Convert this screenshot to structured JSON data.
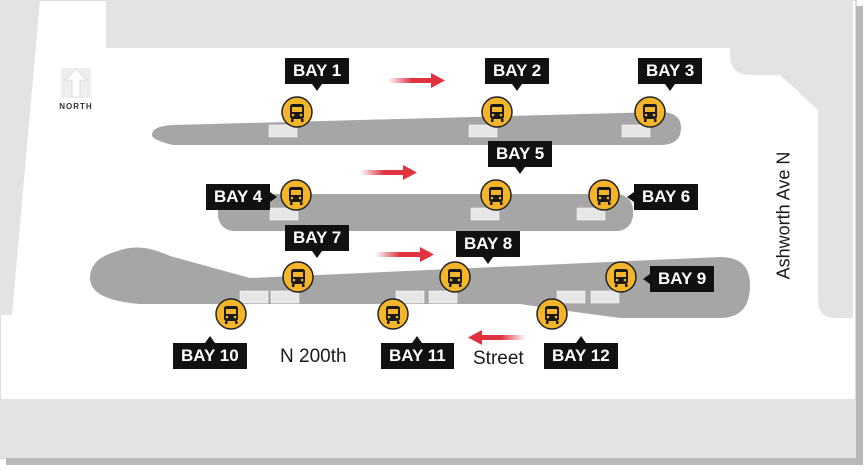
{
  "streets": {
    "n200th_part1": "N 200th",
    "n200th_part2": "Street",
    "ashworth": "Ashworth Ave N"
  },
  "compass": {
    "label": "NORTH",
    "icon": "north-arrow-icon"
  },
  "bays": [
    {
      "id": 1,
      "label": "BAY 1"
    },
    {
      "id": 2,
      "label": "BAY 2"
    },
    {
      "id": 3,
      "label": "BAY 3"
    },
    {
      "id": 4,
      "label": "BAY 4"
    },
    {
      "id": 5,
      "label": "BAY 5"
    },
    {
      "id": 6,
      "label": "BAY 6"
    },
    {
      "id": 7,
      "label": "BAY 7"
    },
    {
      "id": 8,
      "label": "BAY 8"
    },
    {
      "id": 9,
      "label": "BAY 9"
    },
    {
      "id": 10,
      "label": "BAY 10"
    },
    {
      "id": 11,
      "label": "BAY 11"
    },
    {
      "id": 12,
      "label": "BAY 12"
    }
  ],
  "icons": {
    "bus": "bus-icon",
    "arrow": "direction-arrow-icon"
  },
  "colors": {
    "road": "#a6a6a6",
    "land": "#e3e3e3",
    "bus_marker": "#f5b52a",
    "arrow": "#e0323f",
    "label_bg": "#111111"
  }
}
